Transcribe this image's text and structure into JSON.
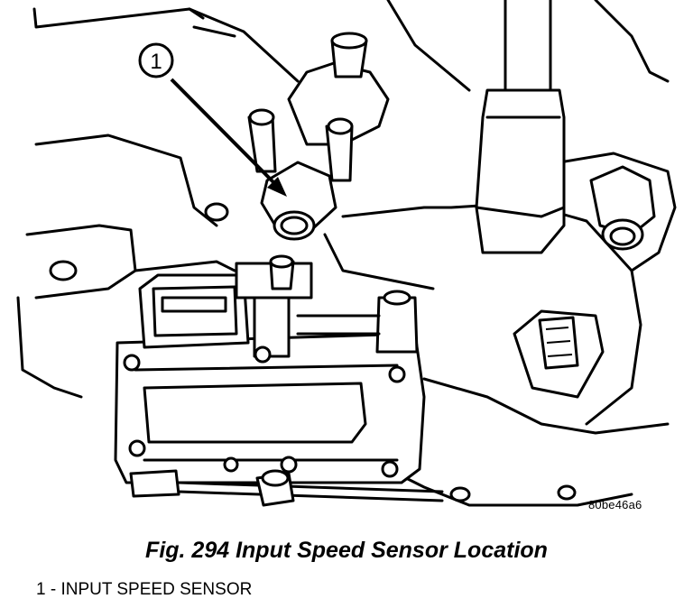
{
  "figure": {
    "callout_number": "1",
    "drawing_code": "80be46a6",
    "caption": "Fig. 294 Input Speed Sensor Location",
    "legend": [
      {
        "number": "1",
        "label": "1 - INPUT SPEED SENSOR"
      }
    ]
  }
}
